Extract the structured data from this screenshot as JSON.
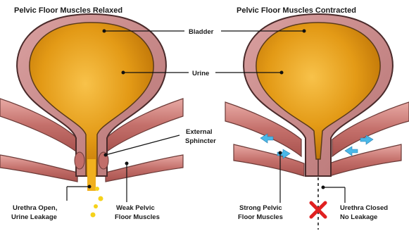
{
  "titles": {
    "relaxed": "Pelvic Floor Muscles Relaxed",
    "contracted": "Pelvic Floor Muscles Contracted"
  },
  "labels": {
    "bladder": "Bladder",
    "urine": "Urine",
    "external_sphincter_line1": "External",
    "external_sphincter_line2": "Sphincter",
    "urethra_open_line1": "Urethra Open,",
    "urethra_open_line2": "Urine Leakage",
    "weak_muscles_line1": "Weak Pelvic",
    "weak_muscles_line2": "Floor Muscles",
    "strong_muscles_line1": "Strong Pelvic",
    "strong_muscles_line2": "Floor Muscles",
    "urethra_closed_line1": "Urethra Closed",
    "urethra_closed_line2": "No Leakage"
  },
  "colors": {
    "bladder_wall": "#c98686",
    "bladder_outline": "#4a2a2a",
    "urine": "#d98e0a",
    "urine_light": "#f4b53a",
    "muscle": "#c26e6a",
    "muscle_light": "#e7a9a4",
    "tissue": "#f4e8c8",
    "arrow": "#4ab8e8",
    "leak": "#f5d21a",
    "cross": "#e02020"
  },
  "icons": {
    "no_leak_marker": "red-x-icon",
    "contraction_arrows": "blue-arrow-icon",
    "urine_drops": "urine-drop-icon"
  }
}
